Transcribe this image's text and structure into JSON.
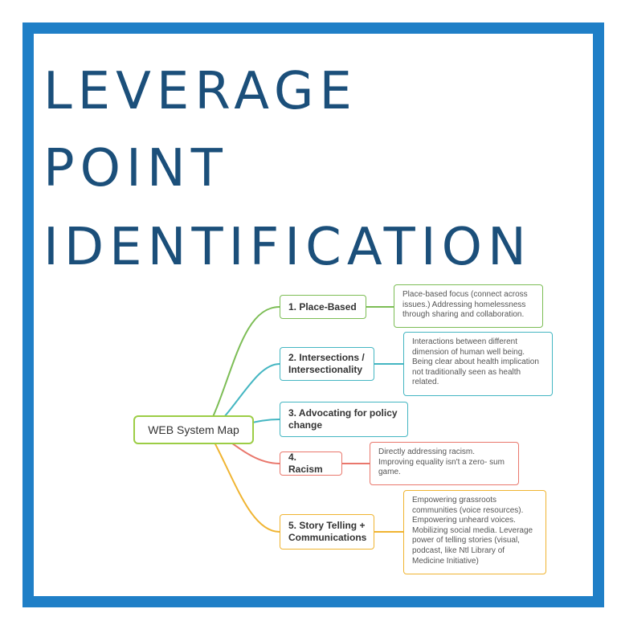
{
  "title": {
    "line1": "LEVERAGE",
    "line2": "POINT",
    "line3": "IDENTIFICATION"
  },
  "map": {
    "root": "WEB System Map",
    "branches": [
      {
        "label": "1. Place-Based",
        "note": "Place-based focus (connect across issues.) Addressing homelessness through sharing and collaboration.",
        "color": "#7cbd55"
      },
      {
        "label": "2. Intersections / Intersectionality",
        "note": "Interactions between different dimension of human well being. Being clear about health implication not traditionally seen as health related.",
        "color": "#44b6c2"
      },
      {
        "label": "3. Advocating for policy change",
        "note": "",
        "color": "#44b6c2"
      },
      {
        "label": "4. Racism",
        "note": "Directly addressing racism. Improving equality isn't a zero- sum game.",
        "color": "#e9776c"
      },
      {
        "label": "5. Story Telling + Communications",
        "note": "Empowering grassroots communities (voice resources). Empowering unheard voices. Mobilizing social media. Leverage power of telling stories (visual, podcast, like Ntl Library of Medicine Initiative)",
        "color": "#f0b431"
      }
    ],
    "root_color": "#9ccd45"
  },
  "colors": {
    "frame": "#1f7fc7",
    "title": "#1b4f7a"
  }
}
